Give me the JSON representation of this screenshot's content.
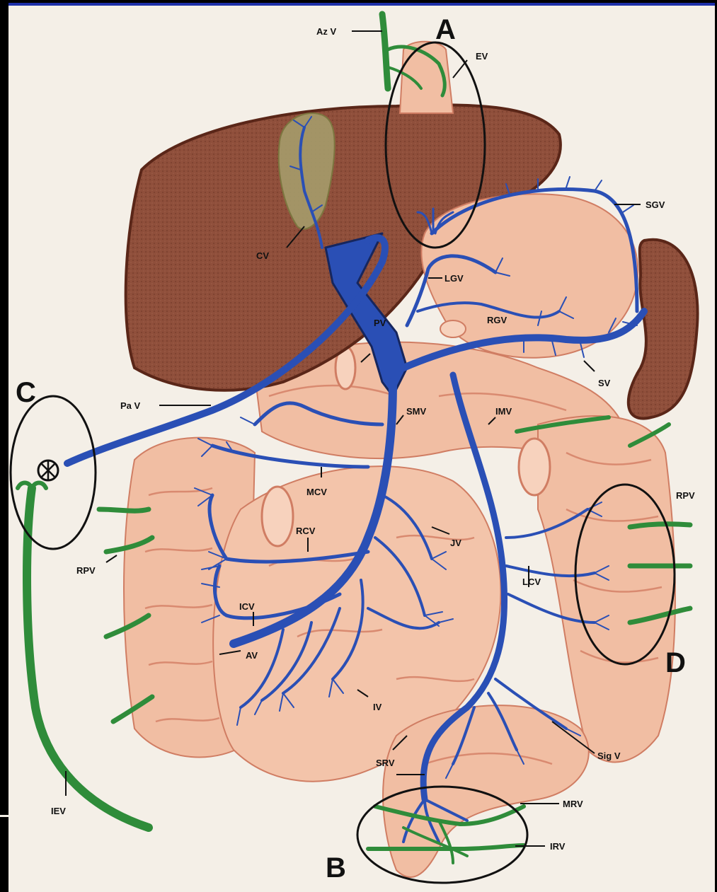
{
  "colors": {
    "background": "#000000",
    "paper": "#f4efe7",
    "border": "#1d2fa8",
    "liver": "#8c4d3a",
    "liver_edge": "#5a2618",
    "gut": "#f1bea3",
    "gut_edge": "#d07d63",
    "portal_vein": "#2a4fb5",
    "portal_vein_dark": "#16265e",
    "systemic_vein": "#2f8c3a",
    "systemic_vein_dark": "#165a20",
    "gallbladder": "#a59a6a"
  },
  "regions": {
    "A": "A",
    "B": "B",
    "C": "C",
    "D": "D"
  },
  "labels": {
    "az_v": "Az V",
    "ev": "EV",
    "sgv": "SGV",
    "cv": "CV",
    "lgv": "LGV",
    "pv": "PV",
    "rgv": "RGV",
    "sv": "SV",
    "pa_v": "Pa V",
    "smv": "SMV",
    "imv": "IMV",
    "mcv": "MCV",
    "rpv_right": "RPV",
    "rcv": "RCV",
    "jv": "JV",
    "lcv": "LCV",
    "rpv_left": "RPV",
    "icv": "ICV",
    "av": "AV",
    "iv": "IV",
    "srv": "SRV",
    "sig_v": "Sig V",
    "mrv": "MRV",
    "irv": "IRV",
    "iev": "IEV"
  }
}
